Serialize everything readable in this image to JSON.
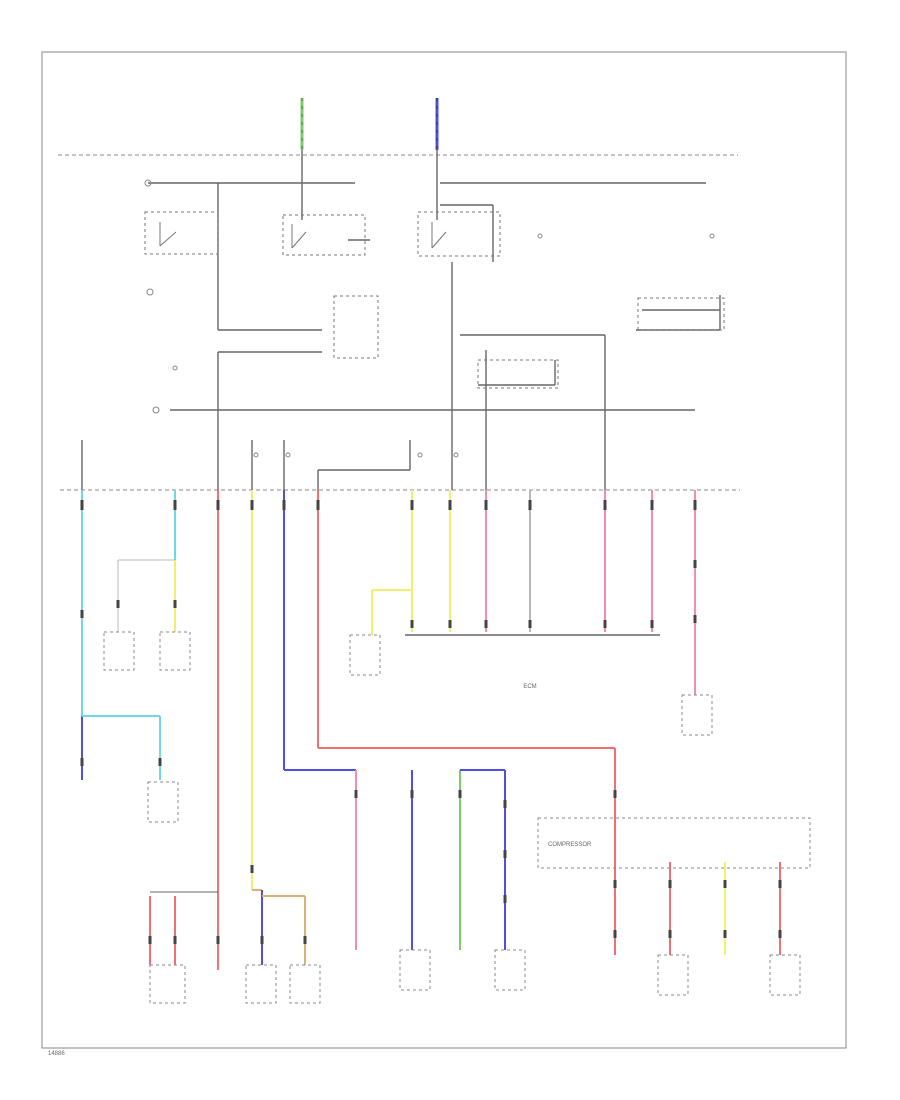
{
  "diagram": {
    "block_label": "ECM",
    "compressor_label": "COMPRESSOR",
    "footer_code": "14886"
  },
  "colors": {
    "frame": "#9a9a9a",
    "wire_black": "#666666",
    "wire_red": "#f07070",
    "wire_pink": "#f58ab5",
    "wire_blue": "#5050e0",
    "wire_light_blue": "#6fd6ec",
    "wire_yellow": "#f2ee70",
    "wire_green": "#7ccc6a",
    "wire_tan": "#d8b474",
    "wire_violet": "#a98ae0",
    "wire_gray": "#b8b8b8"
  }
}
